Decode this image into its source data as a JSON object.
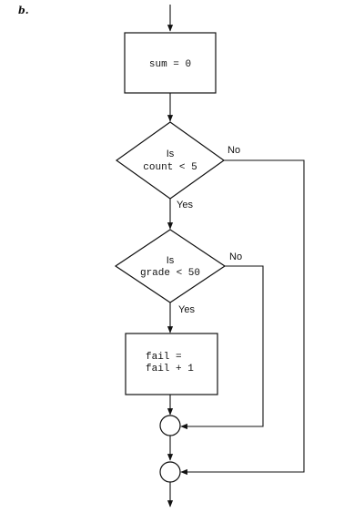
{
  "figure_label": "b.",
  "boxes": {
    "init": {
      "line1": "sum = 0"
    },
    "fail_update": {
      "line1": "fail =",
      "line2": "fail + 1"
    }
  },
  "decisions": {
    "count_check": {
      "line1": "Is",
      "line2": "count < 5",
      "no_label": "No",
      "yes_label": "Yes"
    },
    "grade_check": {
      "line1": "Is",
      "line2": "grade < 50",
      "no_label": "No",
      "yes_label": "Yes"
    }
  }
}
